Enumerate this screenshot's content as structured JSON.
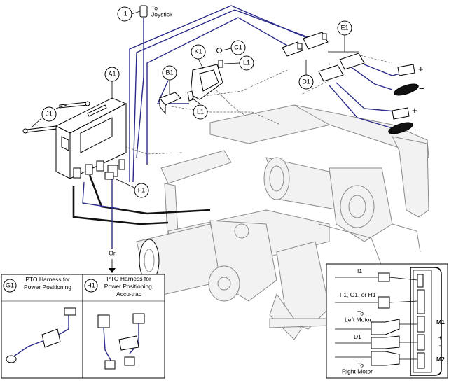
{
  "callouts": {
    "I1": "I1",
    "A1": "A1",
    "B1": "B1",
    "K1": "K1",
    "C1": "C1",
    "L1_top": "L1",
    "L1_bottom": "L1",
    "D1": "D1",
    "E1": "E1",
    "J1": "J1",
    "F1": "F1",
    "G1": "G1",
    "H1": "H1"
  },
  "labels": {
    "to_joystick_line1": "To",
    "to_joystick_line2": "Joystick",
    "or": "Or",
    "plus_top": "+",
    "minus_top": "−",
    "plus_bottom": "+",
    "minus_bottom": "−"
  },
  "panels": {
    "g1_title_line1": "PTO Harness for",
    "g1_title_line2": "Power Positioning",
    "h1_title_line1": "PTO Harness for",
    "h1_title_line2": "Power Positioning,",
    "h1_title_line3": "Accu-trac"
  },
  "inset": {
    "i1": "I1",
    "f1_g1_h1": "F1, G1, or H1",
    "to_left_motor_line1": "To",
    "to_left_motor_line2": "Left Motor",
    "d1": "D1",
    "to_right_motor_line1": "To",
    "to_right_motor_line2": "Right Motor",
    "m1": "M1",
    "plus": "+",
    "minus": "-",
    "m2": "M2"
  }
}
